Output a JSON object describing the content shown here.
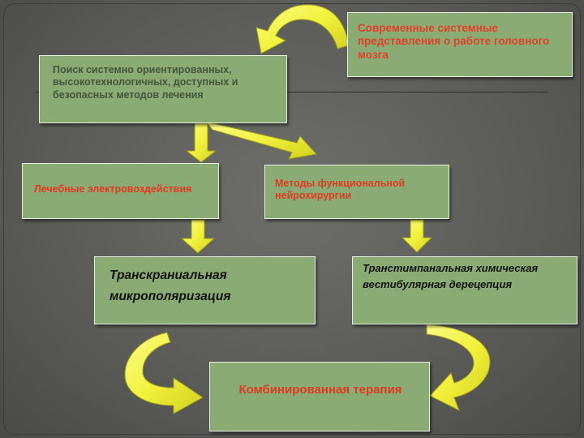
{
  "boxes": {
    "modern": "Современные системные представления о работе головного мозга",
    "search": "Поиск системно ориентированных, высокотехнологичных, доступных и безопасных методов лечения",
    "electro": "Лечебные электровоздействия",
    "neuro": "Методы функциональной нейрохирургии",
    "transcranial": "Транскраниальная микрополяризация",
    "transtympanic": "Транстимпанальная химическая вестибулярная дерецепция",
    "combined": "Комбинированная терапия"
  },
  "colors": {
    "box_fill": "#8aac74",
    "arrow_fill": "#f2f23c",
    "title_red": "#e03a22"
  }
}
